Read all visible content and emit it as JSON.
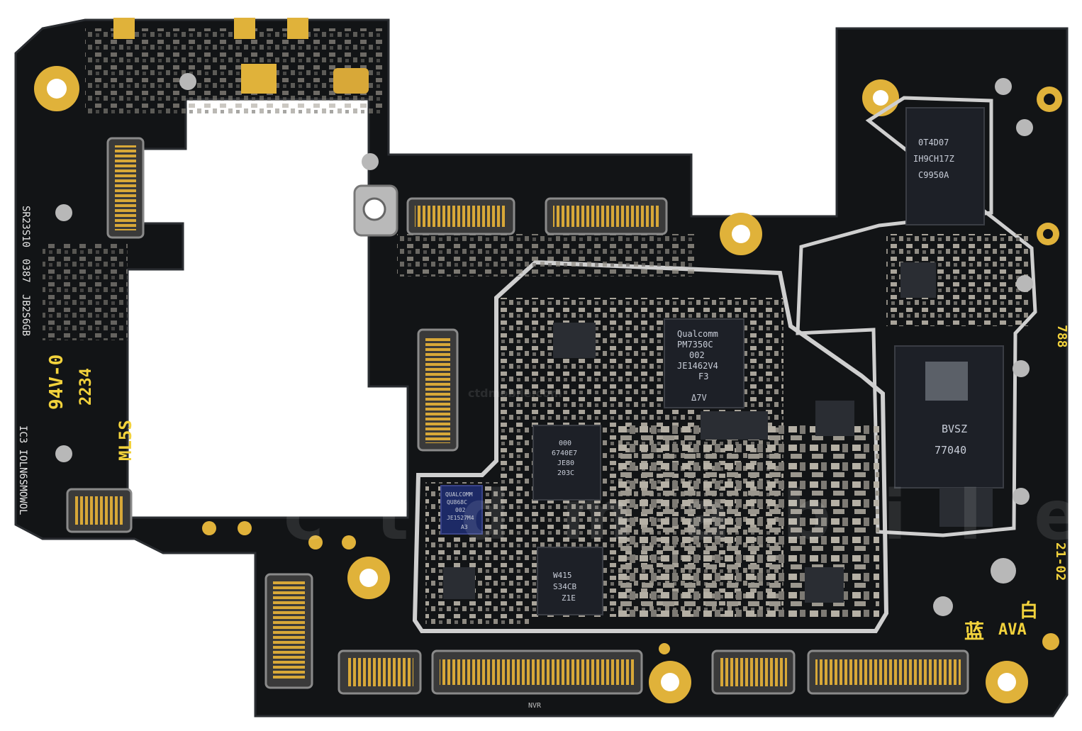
{
  "colors": {
    "pcb": "#121416",
    "pcb_edge": "#1e2124",
    "gold": "#e0b23a",
    "silk": "#f2d23c",
    "shield": "#c9c9c9",
    "chip": "#1d2027",
    "component": "#a9a49a"
  },
  "silkscreen": {
    "top_left_code": "SR23S10",
    "code_0387": "0387",
    "code_ab": "JB2S6GB",
    "rating": "94V-0",
    "date_code": "2234",
    "ml5s": "ML5S",
    "ic_code": "IC3 IOLN6SMOWOL",
    "right_code": "788",
    "bottom_right_code": "21-02",
    "ava": "AVA",
    "cn_blue": "蓝",
    "cn_white": "白",
    "nvr": "NVR"
  },
  "chips": {
    "pmic": [
      "Qualcomm",
      "PM7350C",
      "002",
      "JE1462V4",
      "F3",
      "Δ7V"
    ],
    "qualcomm_small": [
      "QUALCOMM",
      "QU868C",
      "002",
      "JE1527M4",
      "A3"
    ],
    "memory": [
      "0T4D07",
      "IH9CH17Z",
      "C9950A"
    ],
    "mid_chip": [
      "000",
      "6740E7",
      "JE80",
      "203C"
    ],
    "big_chip": [
      "BVSZ",
      "77040"
    ],
    "audio_chip": [
      "W415",
      "S34CB",
      "Z1E"
    ]
  },
  "watermark": {
    "letters": "c t d m a b i l e",
    "text": "ctdmobile.com"
  }
}
